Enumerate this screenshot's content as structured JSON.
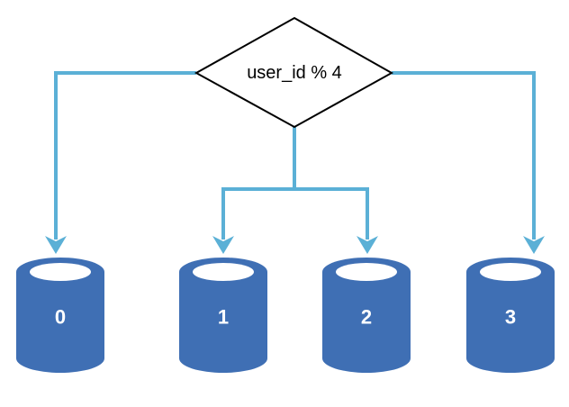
{
  "diagram": {
    "decision": {
      "label": "user_id % 4"
    },
    "databases": [
      {
        "label": "0"
      },
      {
        "label": "1"
      },
      {
        "label": "2"
      },
      {
        "label": "3"
      }
    ],
    "colors": {
      "connector": "#5BB0D6",
      "database_fill": "#3F6FB4",
      "database_top_inner": "#FFFFFF",
      "database_label": "#FFFFFF",
      "decision_stroke": "#000000",
      "decision_fill": "#FFFFFF",
      "decision_label": "#000000"
    }
  }
}
